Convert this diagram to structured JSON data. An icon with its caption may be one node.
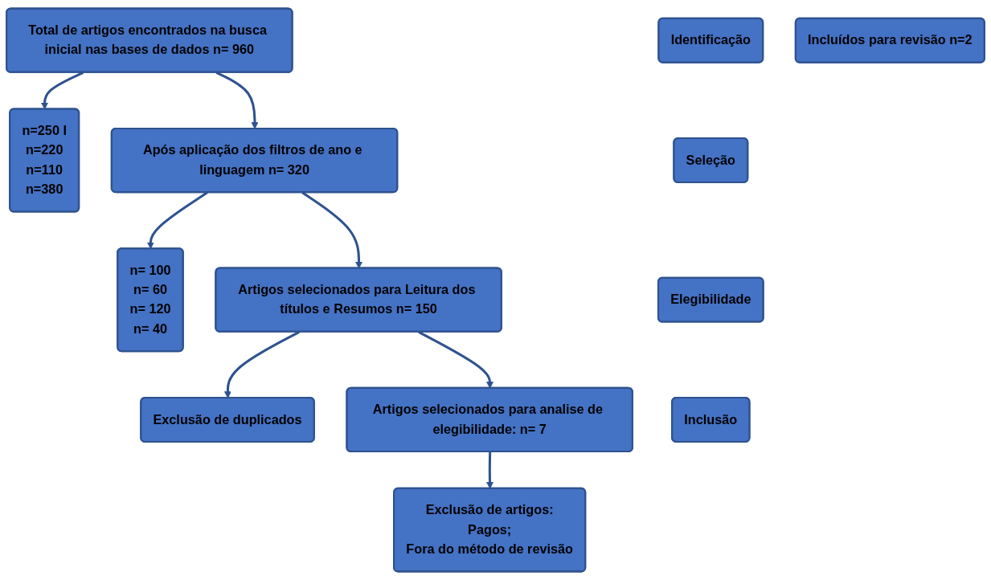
{
  "diagram": {
    "nodes": [
      {
        "text": [
          "Identificação"
        ]
      },
      {
        "text": [
          "Total de artigos encontrados na busca inicial nas bases de dados n= 960"
        ]
      },
      {
        "text": [
          "n=250 I",
          "n=220",
          "n=110",
          "n=380"
        ]
      },
      {
        "text": [
          "Seleção"
        ]
      },
      {
        "text": [
          "Após aplicação dos filtros de ano e linguagem n= 320"
        ]
      },
      {
        "text": [
          "n= 100",
          "n= 60",
          "n= 120",
          "n= 40"
        ]
      },
      {
        "text": [
          "Elegibilidade"
        ]
      },
      {
        "text": [
          "Artigos selecionados para Leitura dos títulos e Resumos n= 150"
        ]
      },
      {
        "text": [
          "Exclusão de duplicados"
        ]
      },
      {
        "text": [
          "Artigos selecionados para analise de elegibilidade: n= 7"
        ]
      },
      {
        "text": [
          "Exclusão de artigos:",
          "Pagos;",
          "Fora do método de revisão"
        ]
      },
      {
        "text": [
          "Inclusão"
        ]
      },
      {
        "text": [
          "Incluídos para revisão n=2"
        ]
      }
    ],
    "edges": [
      {
        "from": 1,
        "to": 2,
        "arrow": "to"
      },
      {
        "from": 1,
        "to": 4,
        "arrow": "to"
      },
      {
        "from": 4,
        "to": 5,
        "arrow": "to"
      },
      {
        "from": 4,
        "to": 7,
        "arrow": "to"
      },
      {
        "from": 7,
        "to": 8,
        "arrow": "to"
      },
      {
        "from": 7,
        "to": 9,
        "arrow": "to"
      },
      {
        "from": 9,
        "to": 10,
        "arrow": "to"
      }
    ]
  }
}
